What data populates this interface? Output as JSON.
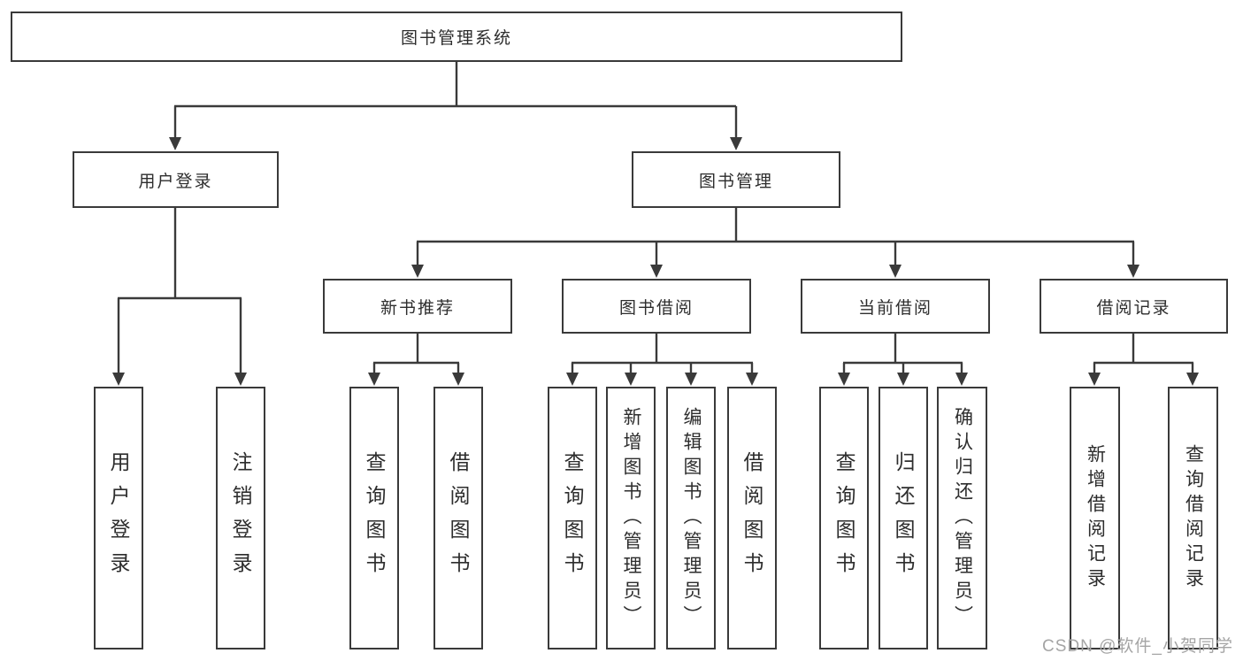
{
  "diagram_type": "hierarchy-tree",
  "tree": {
    "root": {
      "label": "图书管理系统"
    },
    "branches": [
      {
        "label": "用户登录",
        "children": [
          {
            "label": "用户登录"
          },
          {
            "label": "注销登录"
          }
        ]
      },
      {
        "label": "图书管理",
        "children": [
          {
            "label": "新书推荐",
            "children": [
              {
                "label": "查询图书"
              },
              {
                "label": "借阅图书"
              }
            ]
          },
          {
            "label": "图书借阅",
            "children": [
              {
                "label": "查询图书"
              },
              {
                "label": "新增图书（管理员）"
              },
              {
                "label": "编辑图书（管理员）"
              },
              {
                "label": "借阅图书"
              }
            ]
          },
          {
            "label": "当前借阅",
            "children": [
              {
                "label": "查询图书"
              },
              {
                "label": "归还图书"
              },
              {
                "label": "确认归还（管理员）"
              }
            ]
          },
          {
            "label": "借阅记录",
            "children": [
              {
                "label": "新增借阅记录"
              },
              {
                "label": "查询借阅记录"
              }
            ]
          }
        ]
      }
    ]
  },
  "watermark": "CSDN @软件_小贺同学",
  "colors": {
    "line": "#3a3a3a",
    "border": "#3a3a3a",
    "text": "#2d2d2d",
    "watermark": "#a5a5a5",
    "background": "#ffffff"
  }
}
